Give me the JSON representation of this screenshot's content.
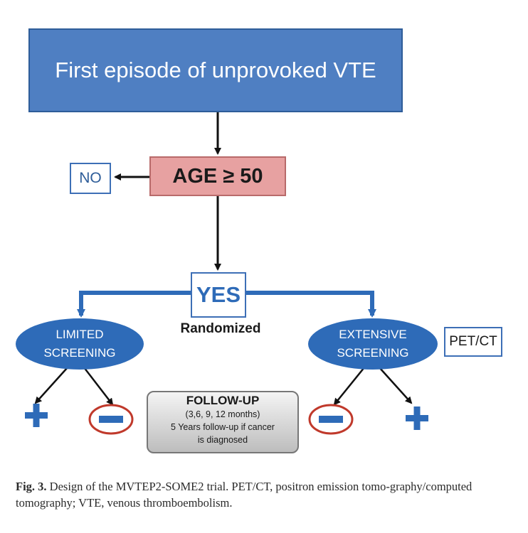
{
  "diagram": {
    "top_node": "First episode of unprovoked VTE",
    "age_node": "AGE ≥ 50",
    "no_node": "NO",
    "yes_node": "YES",
    "randomized_label": "Randomized",
    "limited_screening": {
      "line1": "LIMITED",
      "line2": "SCREENING"
    },
    "extensive_screening": {
      "line1": "EXTENSIVE",
      "line2": "SCREENING"
    },
    "petct_node": "PET/CT",
    "follow_up": {
      "title": "FOLLOW-UP",
      "line1": "(3,6, 9, 12 months)",
      "line2": "5 Years follow-up if cancer",
      "line3": "is diagnosed"
    }
  },
  "caption": {
    "label": "Fig. 3.",
    "text": " Design of the MVTEP2-SOME2 trial. PET/CT, positron emission tomo-graphy/computed tomography; VTE, venous thromboembolism."
  },
  "colors": {
    "blue": "#2e6bb8",
    "pink": "#e7a1a1",
    "red_circle": "#c0392b"
  }
}
